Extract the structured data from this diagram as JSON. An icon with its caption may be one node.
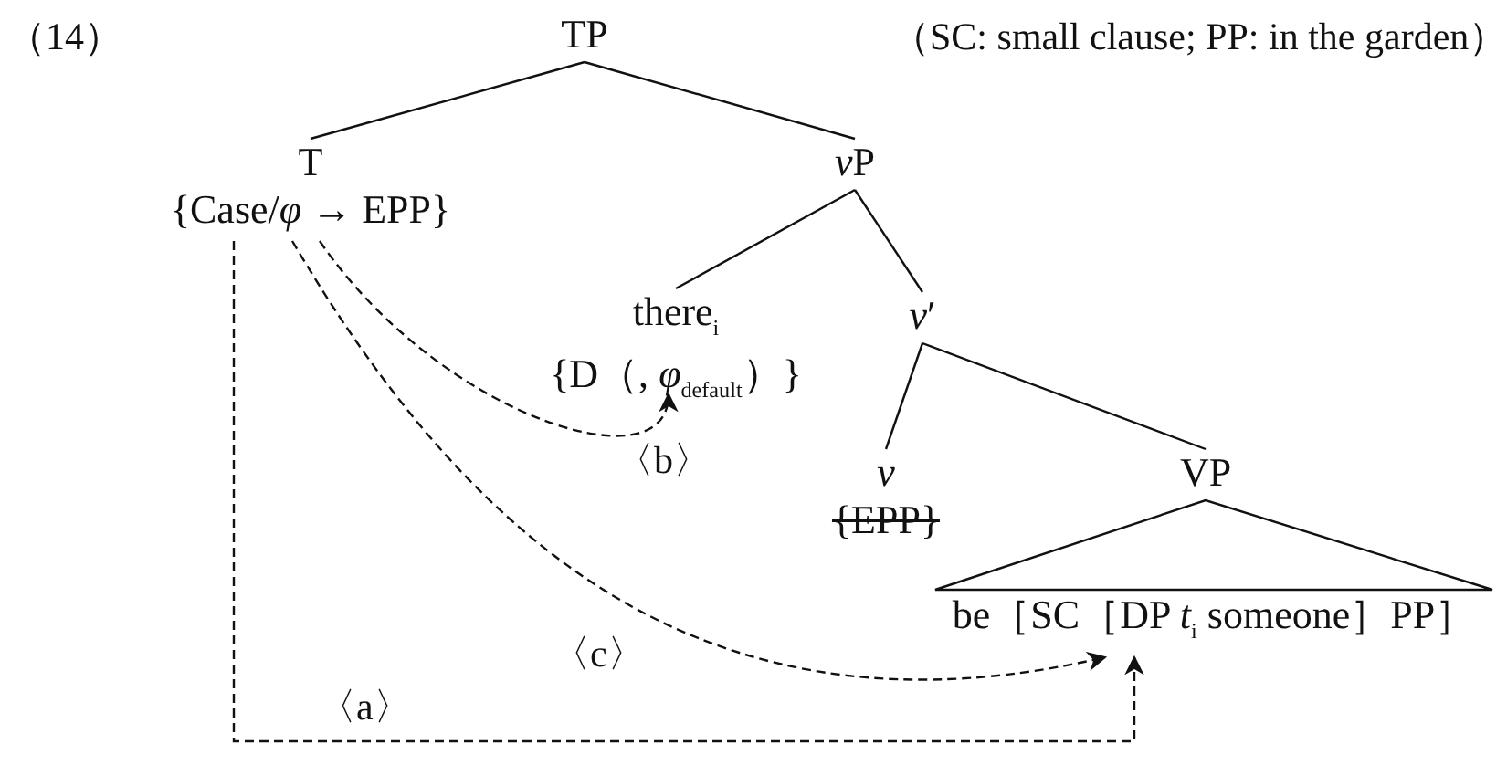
{
  "diagram": {
    "nodes": [
      {
        "text": [
          "TP"
        ]
      },
      {
        "text": [
          "T",
          "{Case/*φ* → EPP}"
        ]
      },
      {
        "text": [
          "vP"
        ]
      },
      {
        "text": [
          "there$_{i}$",
          "{D（, *φ*$_{default}$）}"
        ]
      },
      {
        "text": [
          "*v*′"
        ]
      },
      {
        "text": [
          "*v*",
          "{EPP}"
        ]
      },
      {
        "text": [
          "VP"
        ]
      },
      {
        "text": [
          "be［SC［DP *t*$_{i}$ someone］PP］"
        ]
      }
    ],
    "edges": [
      {
        "from": 0,
        "to": 1,
        "arrow": "none"
      },
      {
        "from": 0,
        "to": 2,
        "arrow": "none"
      },
      {
        "from": 2,
        "to": 3,
        "arrow": "none"
      },
      {
        "from": 2,
        "to": 4,
        "arrow": "none"
      },
      {
        "from": 4,
        "to": 5,
        "arrow": "none"
      },
      {
        "from": 4,
        "to": 6,
        "arrow": "none"
      },
      {
        "from": 6,
        "to": 7,
        "arrow": "none"
      },
      {
        "from": 1,
        "to": 3,
        "arrow": "to",
        "label": "〈b〉",
        "style": "dashed"
      },
      {
        "from": 1,
        "to": 7,
        "arrow": "to",
        "label": "〈c〉",
        "style": "dashed"
      },
      {
        "from": 1,
        "to": 7,
        "arrow": "to",
        "label": "〈a〉",
        "style": "dashed"
      }
    ],
    "labels": [
      "（14）",
      "（SC: small clause; PP: in the garden）"
    ]
  }
}
